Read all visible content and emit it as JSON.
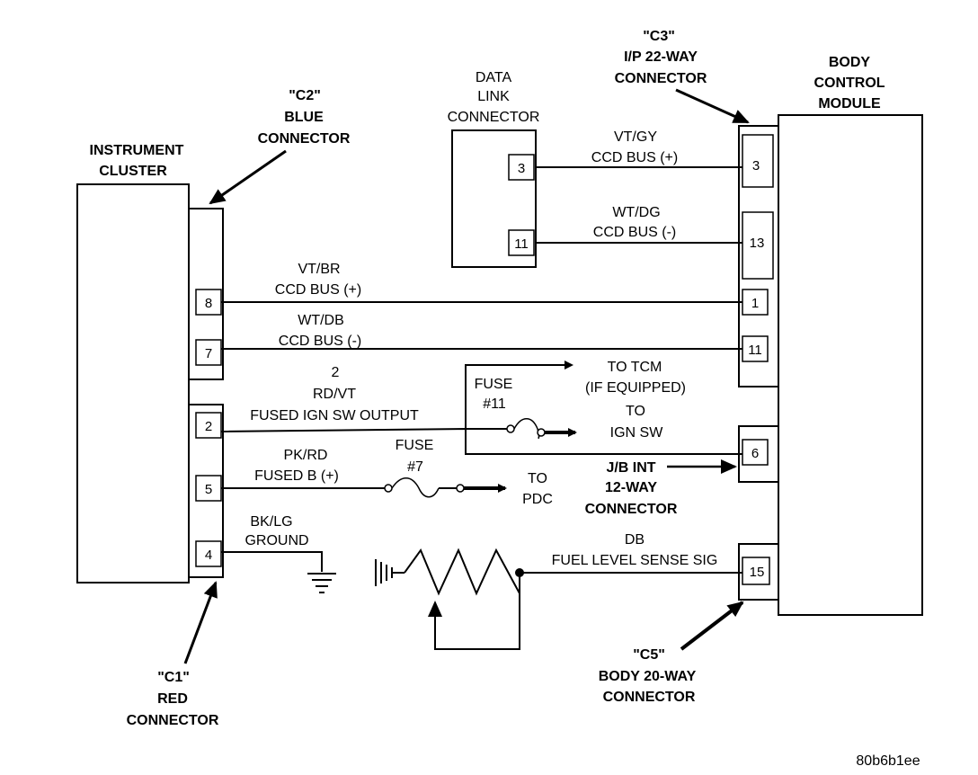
{
  "components": {
    "instrument_cluster": [
      "INSTRUMENT",
      "CLUSTER"
    ],
    "body_control_module": [
      "BODY",
      "CONTROL",
      "MODULE"
    ],
    "data_link_connector": [
      "DATA",
      "LINK",
      "CONNECTOR"
    ]
  },
  "connectors": {
    "c2": [
      "\"C2\"",
      "BLUE",
      "CONNECTOR"
    ],
    "c3": [
      "\"C3\"",
      "I/P 22-WAY",
      "CONNECTOR"
    ],
    "c1": [
      "\"C1\"",
      "RED",
      "CONNECTOR"
    ],
    "c5": [
      "\"C5\"",
      "BODY 20-WAY",
      "CONNECTOR"
    ],
    "jb": [
      "J/B INT",
      "12-WAY",
      "CONNECTOR"
    ]
  },
  "pins": {
    "dlc_3": "3",
    "dlc_11": "11",
    "bcm_3": "3",
    "bcm_13": "13",
    "bcm_1": "1",
    "bcm_11": "11",
    "bcm_6": "6",
    "bcm_15": "15",
    "ic_8": "8",
    "ic_7": "7",
    "ic_2": "2",
    "ic_5": "5",
    "ic_4": "4"
  },
  "wires": {
    "dlc3_bcm3": [
      "VT/GY",
      "CCD BUS (+)"
    ],
    "dlc11_bcm13": [
      "WT/DG",
      "CCD BUS (-)"
    ],
    "ic8_bcm1": [
      "VT/BR",
      "CCD BUS (+)"
    ],
    "ic7_bcm11": [
      "WT/DB",
      "CCD BUS (-)"
    ],
    "ic2": [
      "2",
      "RD/VT",
      "FUSED IGN SW OUTPUT"
    ],
    "ic5": [
      "PK/RD",
      "FUSED B (+)"
    ],
    "ic4": [
      "BK/LG",
      "GROUND"
    ],
    "bcm15": [
      "DB",
      "FUEL LEVEL SENSE SIG"
    ]
  },
  "fuses": {
    "fuse11": [
      "FUSE",
      "#11"
    ],
    "fuse7": [
      "FUSE",
      "#7"
    ]
  },
  "destinations": {
    "tcm": [
      "TO TCM",
      "(IF EQUIPPED)"
    ],
    "ign_sw": [
      "TO",
      "IGN SW"
    ],
    "pdc": [
      "TO",
      "PDC"
    ]
  },
  "figure_id": "80b6b1ee"
}
